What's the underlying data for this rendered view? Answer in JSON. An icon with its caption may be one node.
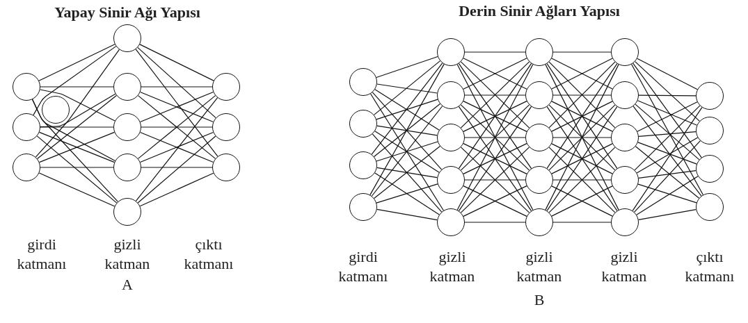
{
  "diagram": {
    "nodes": [
      {
        "text": [],
        "shape": "circle"
      },
      {
        "text": [],
        "shape": "circle"
      },
      {
        "text": [],
        "shape": "circle"
      },
      {
        "text": [],
        "shape": "circle"
      },
      {
        "text": [],
        "shape": "circle"
      },
      {
        "text": [],
        "shape": "circle"
      },
      {
        "text": [],
        "shape": "circle"
      },
      {
        "text": [],
        "shape": "circle"
      },
      {
        "text": [],
        "shape": "circle"
      },
      {
        "text": [],
        "shape": "circle"
      },
      {
        "text": [],
        "shape": "circle"
      },
      {
        "text": [],
        "shape": "circle"
      },
      {
        "text": [],
        "shape": "circle"
      },
      {
        "text": [],
        "shape": "circle"
      },
      {
        "text": [],
        "shape": "circle"
      },
      {
        "text": [],
        "shape": "circle"
      },
      {
        "text": [],
        "shape": "circle"
      },
      {
        "text": [],
        "shape": "circle"
      },
      {
        "text": [],
        "shape": "circle"
      },
      {
        "text": [],
        "shape": "circle"
      },
      {
        "text": [],
        "shape": "circle"
      },
      {
        "text": [],
        "shape": "circle"
      },
      {
        "text": [],
        "shape": "circle"
      },
      {
        "text": [],
        "shape": "circle"
      },
      {
        "text": [],
        "shape": "circle"
      },
      {
        "text": [],
        "shape": "circle"
      },
      {
        "text": [],
        "shape": "circle"
      },
      {
        "text": [],
        "shape": "circle"
      },
      {
        "text": [],
        "shape": "circle"
      },
      {
        "text": [],
        "shape": "circle"
      },
      {
        "text": [],
        "shape": "circle"
      },
      {
        "text": [],
        "shape": "circle"
      },
      {
        "text": [],
        "shape": "circle"
      },
      {
        "text": [],
        "shape": "circle"
      },
      {
        "text": [],
        "shape": "circle"
      }
    ],
    "edges": [
      {
        "from": 0,
        "to": 3,
        "arrow": "none"
      },
      {
        "from": 0,
        "to": 4,
        "arrow": "none"
      },
      {
        "from": 0,
        "to": 5,
        "arrow": "none"
      },
      {
        "from": 0,
        "to": 6,
        "arrow": "none"
      },
      {
        "from": 0,
        "to": 7,
        "arrow": "none"
      },
      {
        "from": 1,
        "to": 3,
        "arrow": "none"
      },
      {
        "from": 1,
        "to": 4,
        "arrow": "none"
      },
      {
        "from": 1,
        "to": 5,
        "arrow": "none"
      },
      {
        "from": 1,
        "to": 6,
        "arrow": "none"
      },
      {
        "from": 1,
        "to": 7,
        "arrow": "none"
      },
      {
        "from": 2,
        "to": 3,
        "arrow": "none"
      },
      {
        "from": 2,
        "to": 4,
        "arrow": "none"
      },
      {
        "from": 2,
        "to": 5,
        "arrow": "none"
      },
      {
        "from": 2,
        "to": 6,
        "arrow": "none"
      },
      {
        "from": 2,
        "to": 7,
        "arrow": "none"
      },
      {
        "from": 3,
        "to": 8,
        "arrow": "none"
      },
      {
        "from": 3,
        "to": 9,
        "arrow": "none"
      },
      {
        "from": 3,
        "to": 10,
        "arrow": "none"
      },
      {
        "from": 4,
        "to": 8,
        "arrow": "none"
      },
      {
        "from": 4,
        "to": 9,
        "arrow": "none"
      },
      {
        "from": 4,
        "to": 10,
        "arrow": "none"
      },
      {
        "from": 5,
        "to": 8,
        "arrow": "none"
      },
      {
        "from": 5,
        "to": 9,
        "arrow": "none"
      },
      {
        "from": 5,
        "to": 10,
        "arrow": "none"
      },
      {
        "from": 6,
        "to": 8,
        "arrow": "none"
      },
      {
        "from": 6,
        "to": 9,
        "arrow": "none"
      },
      {
        "from": 6,
        "to": 10,
        "arrow": "none"
      },
      {
        "from": 7,
        "to": 8,
        "arrow": "none"
      },
      {
        "from": 7,
        "to": 9,
        "arrow": "none"
      },
      {
        "from": 7,
        "to": 10,
        "arrow": "none"
      },
      {
        "from": 12,
        "to": 16,
        "arrow": "none"
      },
      {
        "from": 12,
        "to": 17,
        "arrow": "none"
      },
      {
        "from": 12,
        "to": 18,
        "arrow": "none"
      },
      {
        "from": 12,
        "to": 19,
        "arrow": "none"
      },
      {
        "from": 12,
        "to": 20,
        "arrow": "none"
      },
      {
        "from": 13,
        "to": 16,
        "arrow": "none"
      },
      {
        "from": 13,
        "to": 17,
        "arrow": "none"
      },
      {
        "from": 13,
        "to": 18,
        "arrow": "none"
      },
      {
        "from": 13,
        "to": 19,
        "arrow": "none"
      },
      {
        "from": 13,
        "to": 20,
        "arrow": "none"
      },
      {
        "from": 14,
        "to": 16,
        "arrow": "none"
      },
      {
        "from": 14,
        "to": 17,
        "arrow": "none"
      },
      {
        "from": 14,
        "to": 18,
        "arrow": "none"
      },
      {
        "from": 14,
        "to": 19,
        "arrow": "none"
      },
      {
        "from": 14,
        "to": 20,
        "arrow": "none"
      },
      {
        "from": 15,
        "to": 16,
        "arrow": "none"
      },
      {
        "from": 15,
        "to": 17,
        "arrow": "none"
      },
      {
        "from": 15,
        "to": 18,
        "arrow": "none"
      },
      {
        "from": 15,
        "to": 19,
        "arrow": "none"
      },
      {
        "from": 15,
        "to": 20,
        "arrow": "none"
      },
      {
        "from": 16,
        "to": 21,
        "arrow": "none"
      },
      {
        "from": 16,
        "to": 22,
        "arrow": "none"
      },
      {
        "from": 16,
        "to": 23,
        "arrow": "none"
      },
      {
        "from": 16,
        "to": 24,
        "arrow": "none"
      },
      {
        "from": 16,
        "to": 25,
        "arrow": "none"
      },
      {
        "from": 17,
        "to": 21,
        "arrow": "none"
      },
      {
        "from": 17,
        "to": 22,
        "arrow": "none"
      },
      {
        "from": 17,
        "to": 23,
        "arrow": "none"
      },
      {
        "from": 17,
        "to": 24,
        "arrow": "none"
      },
      {
        "from": 17,
        "to": 25,
        "arrow": "none"
      },
      {
        "from": 18,
        "to": 21,
        "arrow": "none"
      },
      {
        "from": 18,
        "to": 22,
        "arrow": "none"
      },
      {
        "from": 18,
        "to": 23,
        "arrow": "none"
      },
      {
        "from": 18,
        "to": 24,
        "arrow": "none"
      },
      {
        "from": 18,
        "to": 25,
        "arrow": "none"
      },
      {
        "from": 19,
        "to": 21,
        "arrow": "none"
      },
      {
        "from": 19,
        "to": 22,
        "arrow": "none"
      },
      {
        "from": 19,
        "to": 23,
        "arrow": "none"
      },
      {
        "from": 19,
        "to": 24,
        "arrow": "none"
      },
      {
        "from": 19,
        "to": 25,
        "arrow": "none"
      },
      {
        "from": 20,
        "to": 21,
        "arrow": "none"
      },
      {
        "from": 20,
        "to": 22,
        "arrow": "none"
      },
      {
        "from": 20,
        "to": 23,
        "arrow": "none"
      },
      {
        "from": 20,
        "to": 24,
        "arrow": "none"
      },
      {
        "from": 20,
        "to": 25,
        "arrow": "none"
      },
      {
        "from": 21,
        "to": 26,
        "arrow": "none"
      },
      {
        "from": 21,
        "to": 27,
        "arrow": "none"
      },
      {
        "from": 21,
        "to": 28,
        "arrow": "none"
      },
      {
        "from": 21,
        "to": 29,
        "arrow": "none"
      },
      {
        "from": 21,
        "to": 30,
        "arrow": "none"
      },
      {
        "from": 22,
        "to": 26,
        "arrow": "none"
      },
      {
        "from": 22,
        "to": 27,
        "arrow": "none"
      },
      {
        "from": 22,
        "to": 28,
        "arrow": "none"
      },
      {
        "from": 22,
        "to": 29,
        "arrow": "none"
      },
      {
        "from": 22,
        "to": 30,
        "arrow": "none"
      },
      {
        "from": 23,
        "to": 26,
        "arrow": "none"
      },
      {
        "from": 23,
        "to": 27,
        "arrow": "none"
      },
      {
        "from": 23,
        "to": 28,
        "arrow": "none"
      },
      {
        "from": 23,
        "to": 29,
        "arrow": "none"
      },
      {
        "from": 23,
        "to": 30,
        "arrow": "none"
      },
      {
        "from": 24,
        "to": 26,
        "arrow": "none"
      },
      {
        "from": 24,
        "to": 27,
        "arrow": "none"
      },
      {
        "from": 24,
        "to": 28,
        "arrow": "none"
      },
      {
        "from": 24,
        "to": 29,
        "arrow": "none"
      },
      {
        "from": 24,
        "to": 30,
        "arrow": "none"
      },
      {
        "from": 25,
        "to": 26,
        "arrow": "none"
      },
      {
        "from": 25,
        "to": 27,
        "arrow": "none"
      },
      {
        "from": 25,
        "to": 28,
        "arrow": "none"
      },
      {
        "from": 25,
        "to": 29,
        "arrow": "none"
      },
      {
        "from": 25,
        "to": 30,
        "arrow": "none"
      },
      {
        "from": 26,
        "to": 31,
        "arrow": "none"
      },
      {
        "from": 26,
        "to": 32,
        "arrow": "none"
      },
      {
        "from": 26,
        "to": 33,
        "arrow": "none"
      },
      {
        "from": 26,
        "to": 34,
        "arrow": "none"
      },
      {
        "from": 27,
        "to": 31,
        "arrow": "none"
      },
      {
        "from": 27,
        "to": 32,
        "arrow": "none"
      },
      {
        "from": 27,
        "to": 33,
        "arrow": "none"
      },
      {
        "from": 27,
        "to": 34,
        "arrow": "none"
      },
      {
        "from": 28,
        "to": 31,
        "arrow": "none"
      },
      {
        "from": 28,
        "to": 32,
        "arrow": "none"
      },
      {
        "from": 28,
        "to": 33,
        "arrow": "none"
      },
      {
        "from": 28,
        "to": 34,
        "arrow": "none"
      },
      {
        "from": 29,
        "to": 31,
        "arrow": "none"
      },
      {
        "from": 29,
        "to": 32,
        "arrow": "none"
      },
      {
        "from": 29,
        "to": 33,
        "arrow": "none"
      },
      {
        "from": 29,
        "to": 34,
        "arrow": "none"
      },
      {
        "from": 30,
        "to": 31,
        "arrow": "none"
      },
      {
        "from": 30,
        "to": 32,
        "arrow": "none"
      },
      {
        "from": 30,
        "to": 33,
        "arrow": "none"
      },
      {
        "from": 30,
        "to": 34,
        "arrow": "none"
      }
    ],
    "labels": [
      "Yapay Sinir Ağı Yapısı",
      "Derin Sinir Ağları Yapısı",
      "girdi katmanı",
      "gizli katman",
      "çıktı katmanı",
      "girdi katmanı",
      "gizli katman",
      "gizli katman",
      "gizli katman",
      "çıktı katmanı",
      "A",
      "B"
    ]
  }
}
